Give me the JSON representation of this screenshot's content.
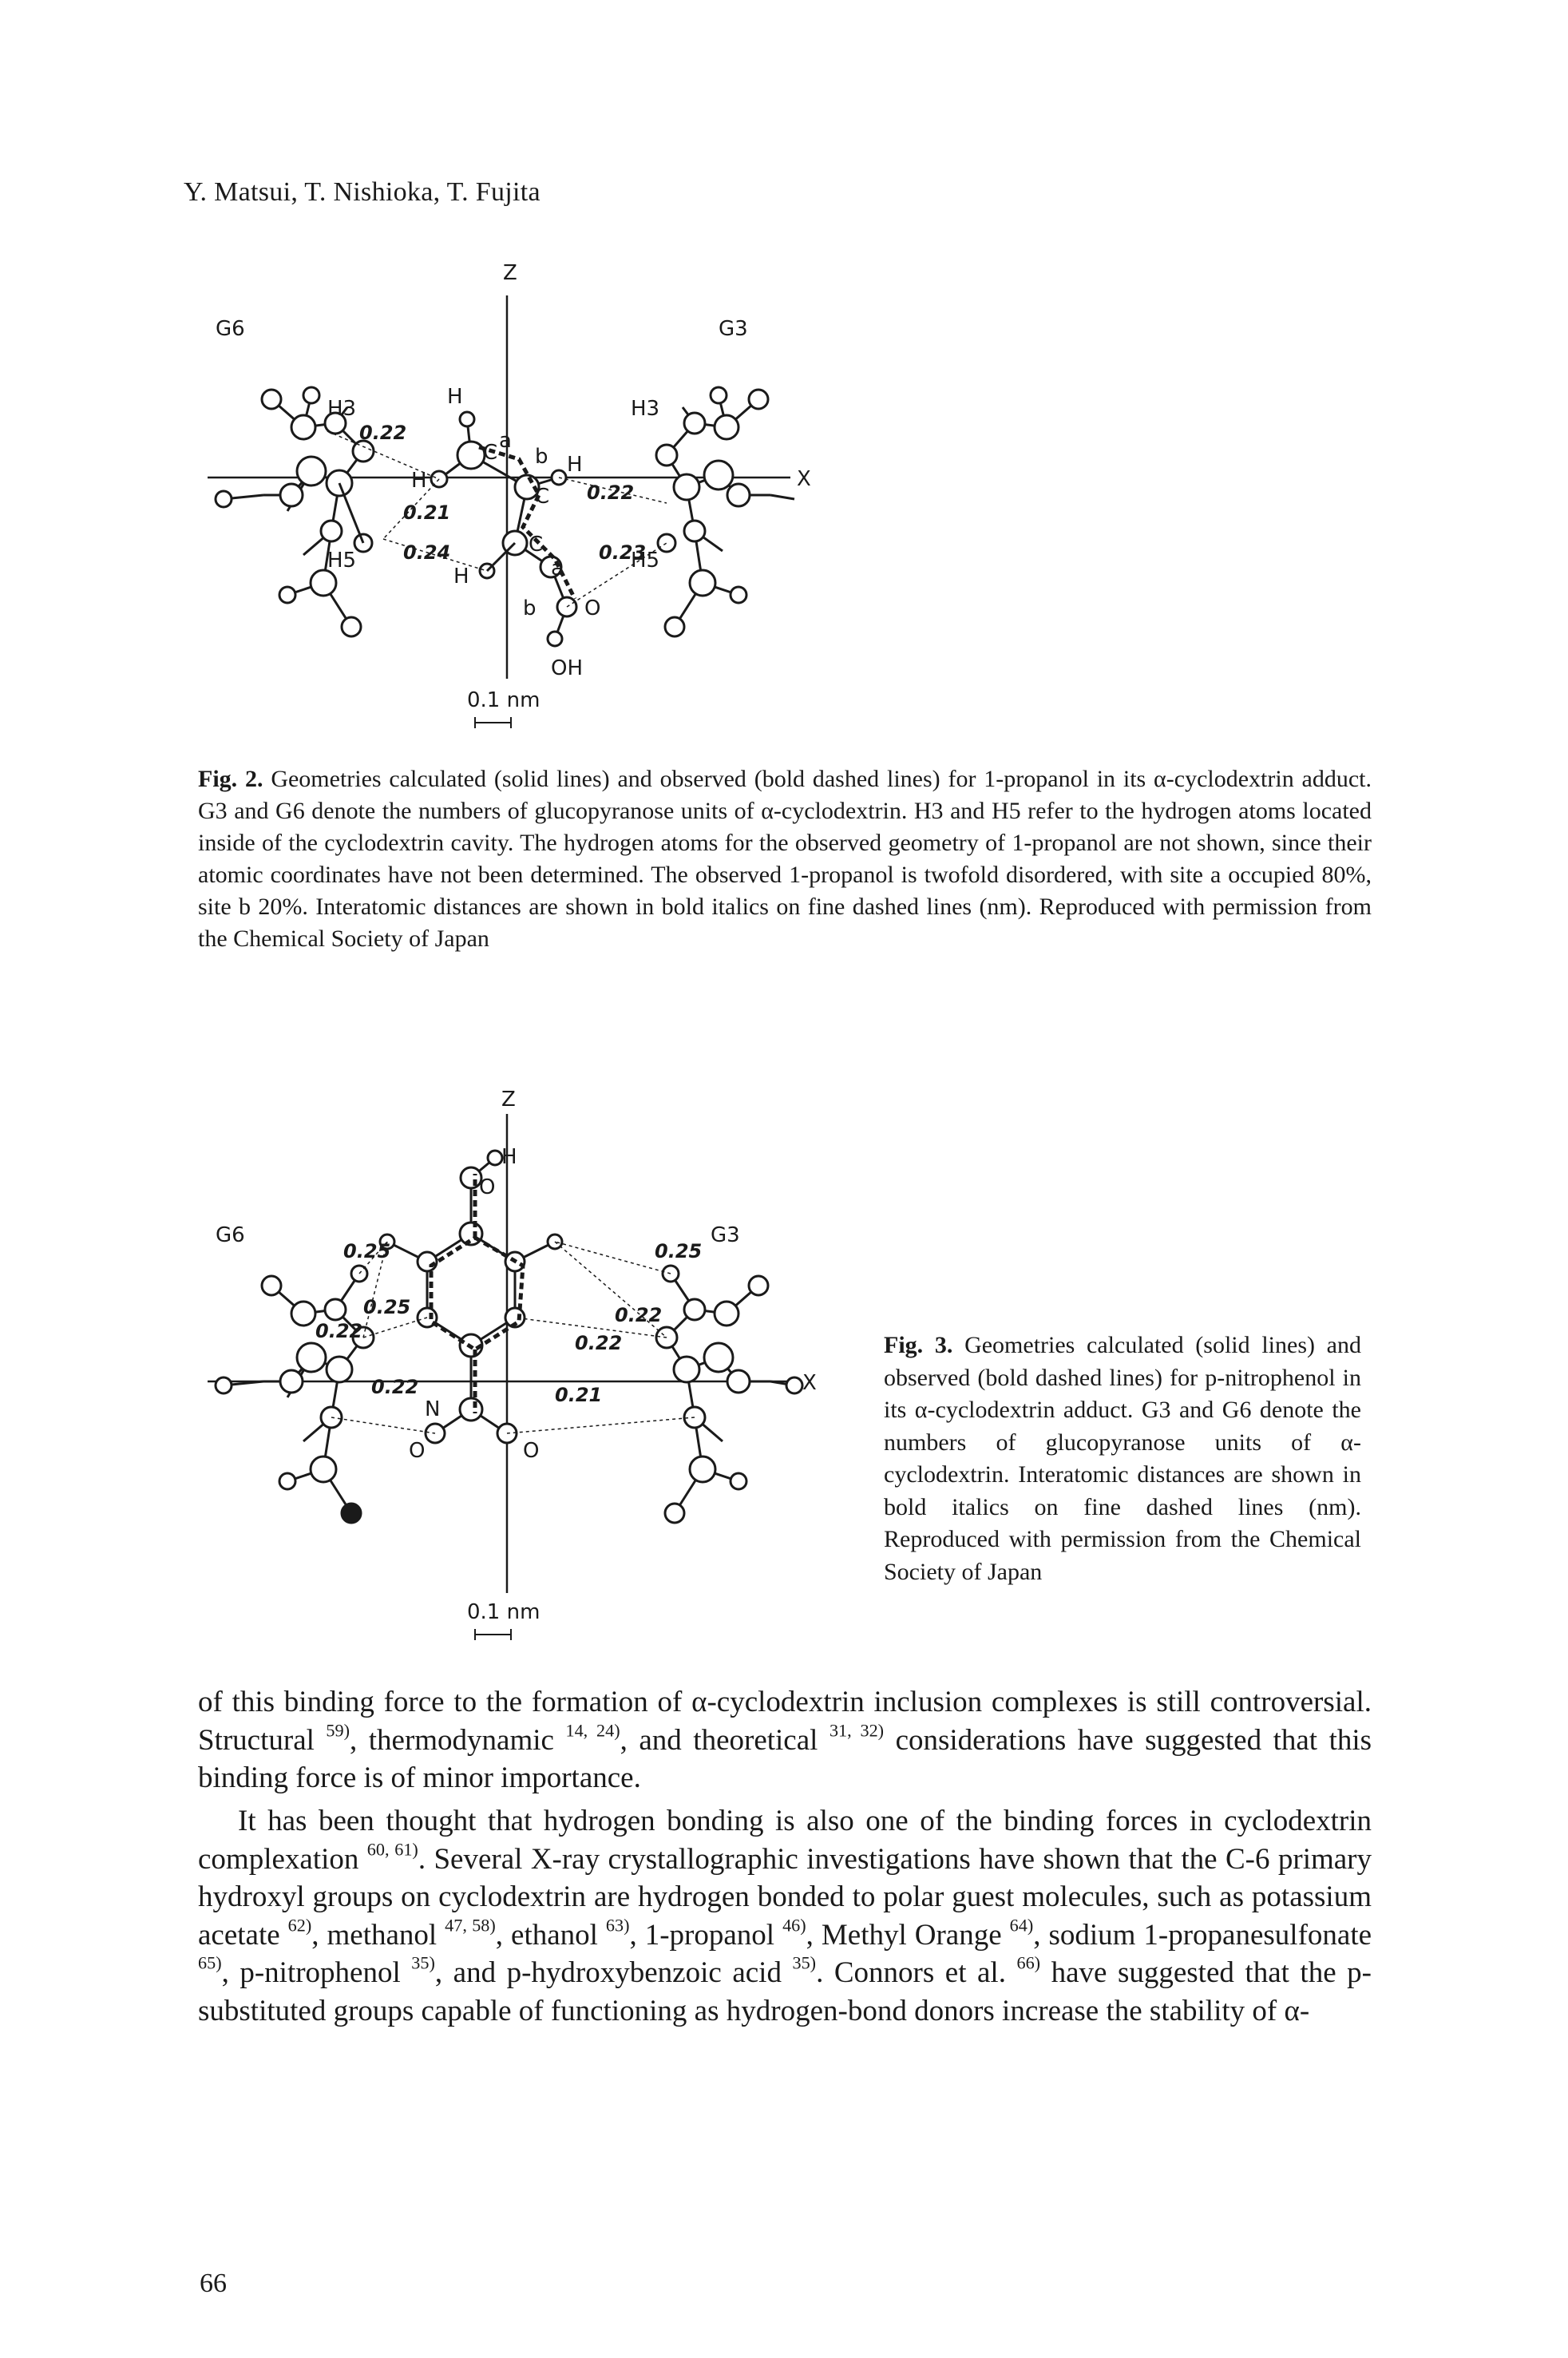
{
  "header": {
    "authors": "Y. Matsui, T. Nishioka, T. Fujita"
  },
  "figure2": {
    "labels": {
      "z": "Z",
      "g6": "G6",
      "g3": "G3",
      "x": "X",
      "h3_left": "H3",
      "h3_right": "H3",
      "h5_left": "H5",
      "h5_right": "H5",
      "h_top": "H",
      "h_mid_left": "H",
      "h_mid_right": "H",
      "h_bottom": "H",
      "oh": "OH",
      "c_top": "C",
      "c_mid": "C",
      "c_low": "C",
      "a_top": "a",
      "b_top": "b",
      "a_low": "a",
      "b_low": "b",
      "o_low": "O",
      "d1": "0.22",
      "d2": "0.21",
      "d3": "0.24",
      "d4": "0.22",
      "d5": "0.23",
      "scale": "0.1 nm"
    },
    "caption_label": "Fig. 2.",
    "caption_text": "Geometries calculated (solid lines) and observed (bold dashed lines) for 1-propanol in its α-cyclodextrin adduct. G3 and G6 denote the numbers of glucopyranose units of α-cyclodextrin. H3 and H5 refer to the hydrogen atoms located inside of the cyclodextrin cavity. The hydrogen atoms for the observed geometry of 1-propanol are not shown, since their atomic coordinates have not been determined. The observed 1-propanol is twofold disordered, with site a occupied 80%, site b 20%. Interatomic distances are shown in bold italics on fine dashed lines (nm). Reproduced with permission from the Chemical Society of Japan"
  },
  "figure3": {
    "labels": {
      "z": "Z",
      "g6": "G6",
      "g3": "G3",
      "x": "X",
      "oh": "H",
      "o_top": "O",
      "n": "N",
      "o_left": "O",
      "o_right": "O",
      "d1": "0.25",
      "d2": "0.22",
      "d3": "0.25",
      "d4": "0.22",
      "d5": "0.25",
      "d6": "0.22",
      "d7": "0.22",
      "d8": "0.21",
      "scale": "0.1 nm"
    },
    "caption_label": "Fig. 3.",
    "caption_text": "Geometries calculated (solid lines) and observed (bold dashed lines) for p-nitrophenol in its α-cyclodextrin adduct. G3 and G6 denote the numbers of glucopyranose units of α-cyclodextrin. Interatomic distances are shown in bold italics on fine dashed lines (nm). Reproduced with permission from the Chemical Society of Japan"
  },
  "body": {
    "p1_a": "of this binding force to the formation of α-cyclodextrin inclusion complexes is still controversial. Structural ",
    "p1_r1": "59)",
    "p1_b": ", thermodynamic ",
    "p1_r2": "14, 24)",
    "p1_c": ", and theoretical ",
    "p1_r3": "31, 32)",
    "p1_d": " considerations have suggested that this binding force is of minor importance.",
    "p2_a": "It has been thought that hydrogen bonding is also one of the binding forces in cyclodextrin complexation ",
    "p2_r1": "60, 61)",
    "p2_b": ". Several X-ray crystallographic investigations have shown that the C-6 primary hydroxyl groups on cyclodextrin are hydrogen bonded to polar guest molecules, such as potassium acetate ",
    "p2_r2": "62)",
    "p2_c": ", methanol ",
    "p2_r3": "47, 58)",
    "p2_d": ", ethanol ",
    "p2_r4": "63)",
    "p2_e": ", 1-propanol ",
    "p2_r5": "46)",
    "p2_f": ", Methyl Orange ",
    "p2_r6": "64)",
    "p2_g": ", sodium 1-propanesulfonate ",
    "p2_r7": "65)",
    "p2_h": ", p-nitrophenol ",
    "p2_r8": "35)",
    "p2_i": ", and p-hydroxybenzoic acid ",
    "p2_r9": "35)",
    "p2_j": ". Connors et al. ",
    "p2_r10": "66)",
    "p2_k": " have suggested that the p-substituted groups capable of functioning as hydrogen-bond donors increase the stability of α-"
  },
  "page_number": "66"
}
